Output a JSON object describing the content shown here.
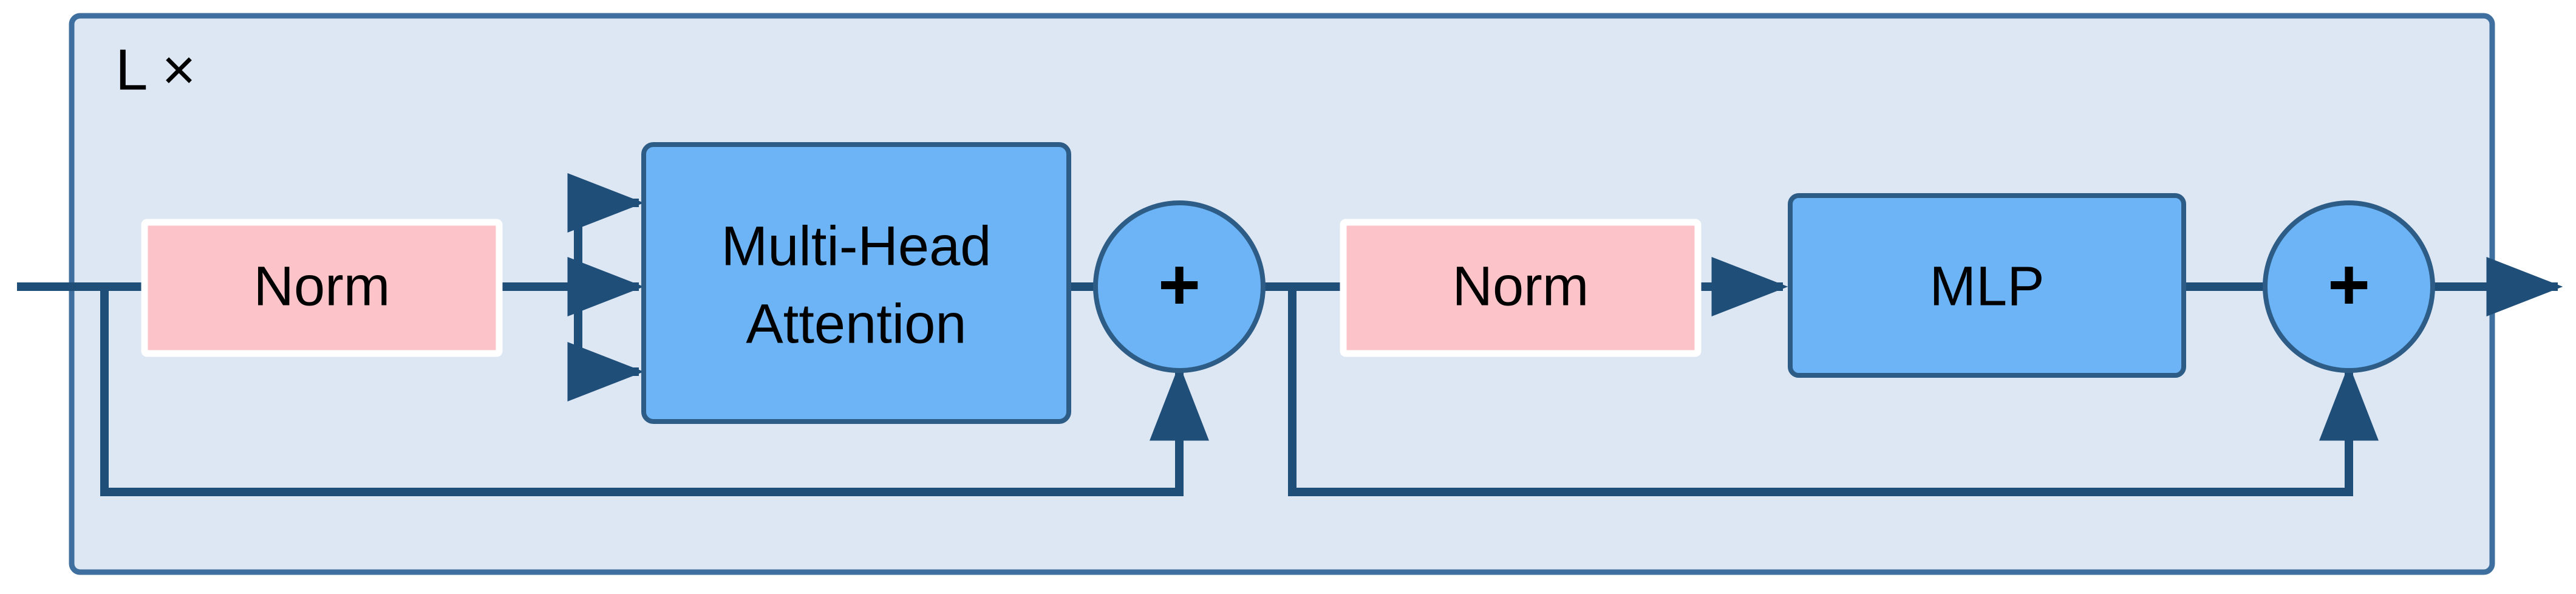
{
  "figure": {
    "type": "diagram",
    "name": "transformer-encoder-block",
    "repeat_label": "L ×"
  },
  "colors": {
    "container_fill": "#dde7f3",
    "container_border": "#3f6f9f",
    "norm_fill": "#fcc4c8",
    "norm_border": "#ffffff",
    "block_fill": "#6cb4f5",
    "block_border": "#2d5c86",
    "line": "#1f4e79",
    "text": "#000000",
    "page_bg": "#ffffff"
  },
  "nodes": {
    "norm1": {
      "label": "Norm",
      "shape": "rect",
      "fill": "norm_fill"
    },
    "attention": {
      "label_line1": "Multi-Head",
      "label_line2": "Attention",
      "shape": "rect",
      "fill": "block_fill"
    },
    "add1": {
      "label": "+",
      "shape": "circle",
      "fill": "block_fill"
    },
    "norm2": {
      "label": "Norm",
      "shape": "rect",
      "fill": "norm_fill"
    },
    "mlp": {
      "label": "MLP",
      "shape": "rect",
      "fill": "block_fill"
    },
    "add2": {
      "label": "+",
      "shape": "circle",
      "fill": "block_fill"
    }
  },
  "edges": [
    {
      "name": "input-to-norm1",
      "from": "input",
      "to": "norm1",
      "arrow": false
    },
    {
      "name": "norm1-to-attention-query",
      "from": "norm1",
      "to": "attention",
      "arrow": true
    },
    {
      "name": "norm1-to-attention-key",
      "from": "norm1",
      "to": "attention",
      "arrow": true
    },
    {
      "name": "norm1-to-attention-value",
      "from": "norm1",
      "to": "attention",
      "arrow": true
    },
    {
      "name": "attention-to-add1",
      "from": "attention",
      "to": "add1",
      "arrow": false
    },
    {
      "name": "residual-1",
      "from": "input",
      "to": "add1",
      "arrow": true
    },
    {
      "name": "add1-to-norm2",
      "from": "add1",
      "to": "norm2",
      "arrow": false
    },
    {
      "name": "norm2-to-mlp",
      "from": "norm2",
      "to": "mlp",
      "arrow": true
    },
    {
      "name": "mlp-to-add2",
      "from": "mlp",
      "to": "add2",
      "arrow": false
    },
    {
      "name": "residual-2",
      "from": "add1",
      "to": "add2",
      "arrow": true
    },
    {
      "name": "add2-to-output",
      "from": "add2",
      "to": "output",
      "arrow": true
    }
  ]
}
